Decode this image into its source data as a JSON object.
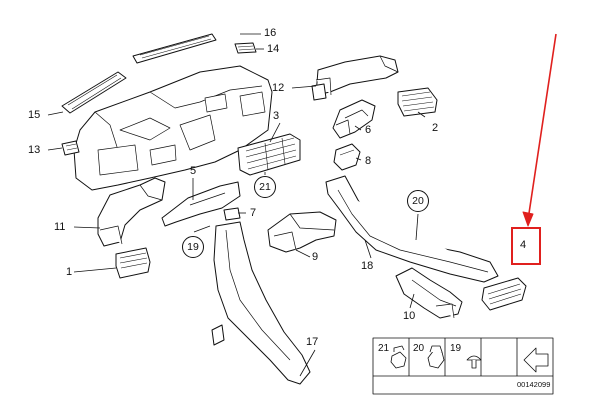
{
  "callouts": {
    "c1": "1",
    "c2": "2",
    "c4": "4",
    "c5": "5",
    "c6": "6",
    "c7": "7",
    "c8": "8",
    "c9": "9",
    "c10": "10",
    "c11": "11",
    "c12": "12",
    "c13": "13",
    "c14": "14",
    "c15": "15",
    "c16": "16",
    "c17": "17",
    "c18": "18"
  },
  "circled_callouts": {
    "r19": "19",
    "r20": "20",
    "r21": "21"
  },
  "legend": {
    "l21": "21",
    "l20": "20",
    "l19": "19",
    "catalog_number": "00142099"
  },
  "highlight": {
    "part": "4",
    "color": "#e0201e"
  },
  "colors": {
    "line": "#111111",
    "fill": "#ffffff",
    "accent": "#e0201e"
  }
}
